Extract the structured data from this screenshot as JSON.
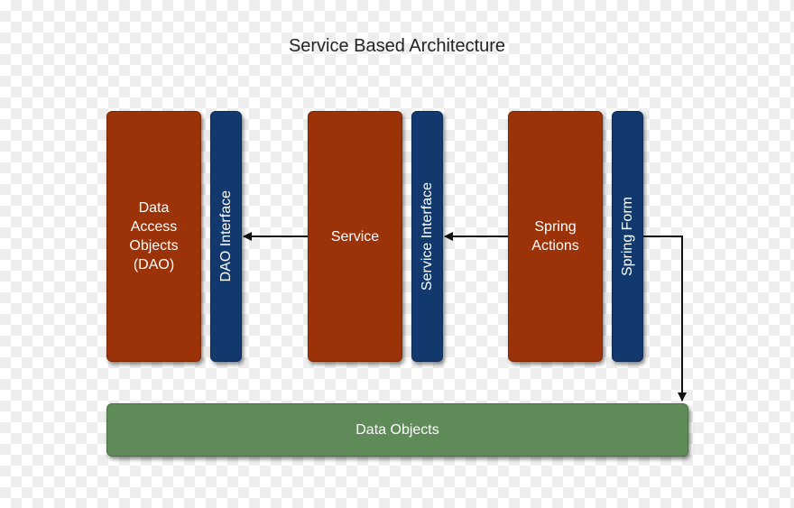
{
  "title": "Service Based Architecture",
  "nodes": {
    "dao": "Data\nAccess\nObjects\n(DAO)",
    "dao_interface": "DAO Interface",
    "service": "Service",
    "service_interface": "Service Interface",
    "spring_actions": "Spring\nActions",
    "spring_form": "Spring Form",
    "data_objects": "Data Objects"
  },
  "edges": [
    {
      "from": "service",
      "to": "dao_interface"
    },
    {
      "from": "spring_actions",
      "to": "service_interface"
    },
    {
      "from": "spring_form",
      "to": "data_objects"
    }
  ],
  "colors": {
    "component": "#9c3207",
    "interface": "#12396e",
    "data": "#5f8b59"
  }
}
